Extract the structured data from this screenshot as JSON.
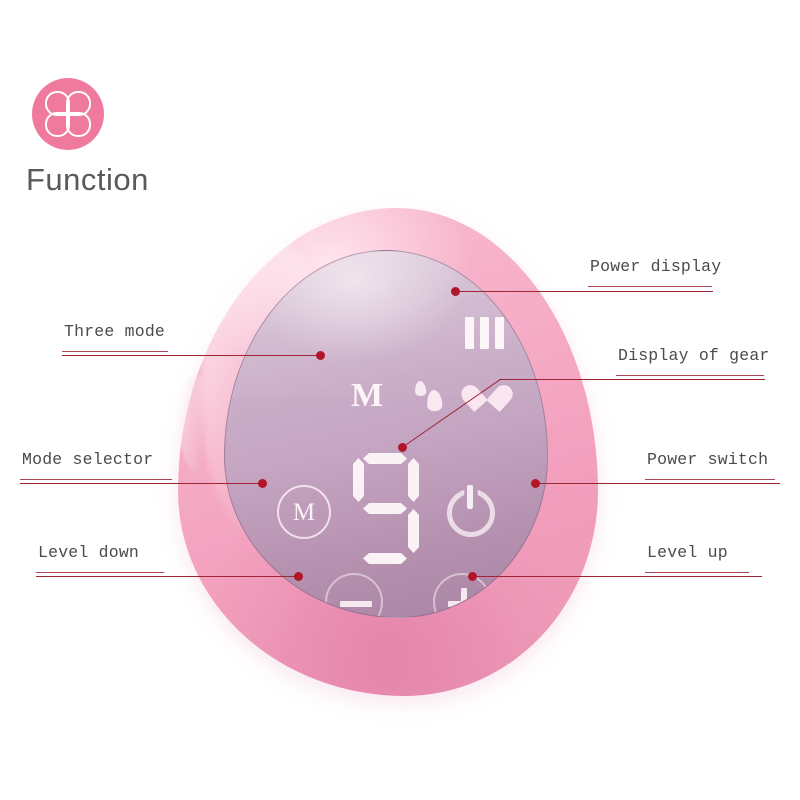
{
  "header": {
    "logo_icon": "clover-four-petal-icon",
    "title": "Function",
    "logo_color": "#ef7a9e",
    "title_color": "#5a5a5a"
  },
  "device": {
    "name": "electric breast pump control unit",
    "shell_color": "#f4a8c4",
    "screen_color": "#bfa0bd",
    "screen_glyphs": {
      "power_bars": {
        "icon": "battery-bars-icon",
        "count": 3
      },
      "mode_letter": "M",
      "droplets_icon": "water-droplets-icon",
      "heart_icon": "heart-icon",
      "gear_digit": "9"
    },
    "buttons": [
      {
        "id": "mode-selector",
        "label": "M",
        "icon": "circled-m-icon"
      },
      {
        "id": "power-switch",
        "label": "",
        "icon": "power-icon"
      },
      {
        "id": "level-down",
        "label": "",
        "icon": "circled-minus-icon"
      },
      {
        "id": "level-up",
        "label": "",
        "icon": "circled-plus-icon"
      }
    ]
  },
  "annotations": {
    "line_color": "#9e2436",
    "dot_color": "#b01628",
    "items": [
      {
        "id": "power-display",
        "label": "Power display",
        "side": "right"
      },
      {
        "id": "three-mode",
        "label": "Three mode",
        "side": "left"
      },
      {
        "id": "display-of-gear",
        "label": "Display of gear",
        "side": "right"
      },
      {
        "id": "mode-selector",
        "label": "Mode selector",
        "side": "left"
      },
      {
        "id": "power-switch",
        "label": "Power switch",
        "side": "right"
      },
      {
        "id": "level-down",
        "label": "Level down",
        "side": "left"
      },
      {
        "id": "level-up",
        "label": "Level up",
        "side": "right"
      }
    ]
  }
}
